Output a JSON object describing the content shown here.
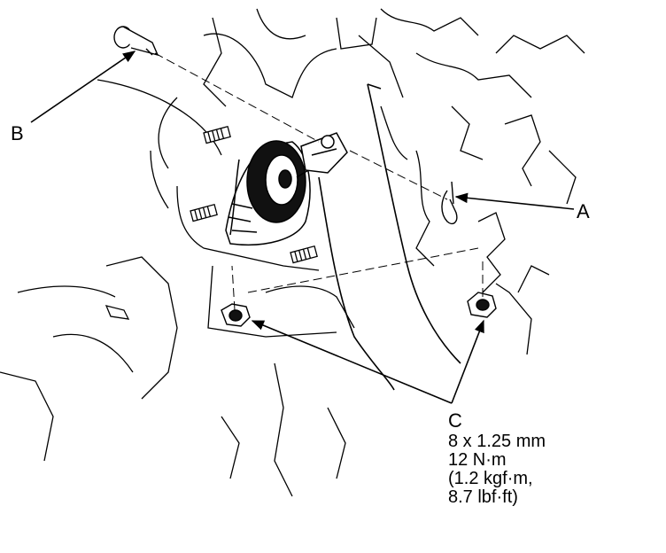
{
  "callouts": {
    "a": "A",
    "b": "B",
    "c": "C"
  },
  "spec": {
    "bolt_size": "8 x 1.25 mm",
    "torque_nm": "12 N·m",
    "torque_kgfm": "(1.2 kgf·m,",
    "torque_lbfft": "8.7 lbf·ft)"
  },
  "colors": {
    "line": "#000000",
    "background": "#ffffff"
  }
}
